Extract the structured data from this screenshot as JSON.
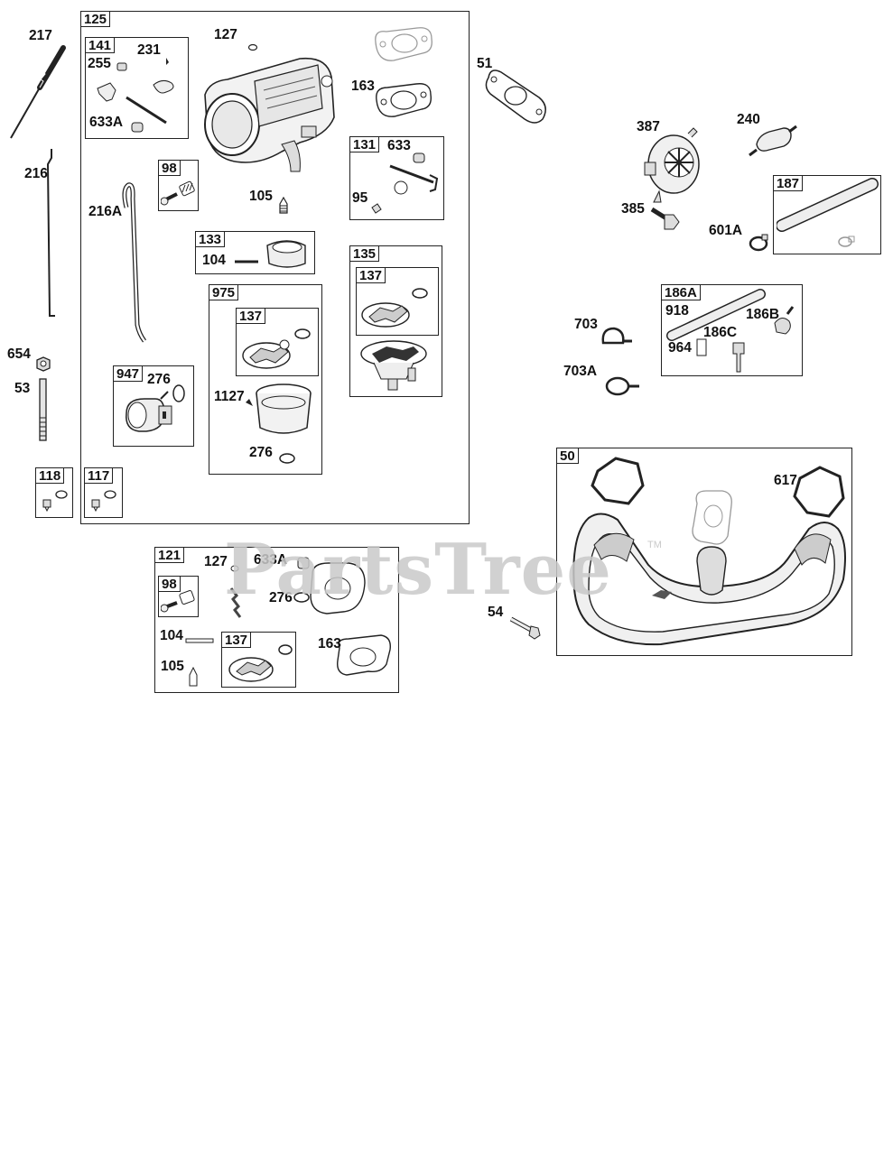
{
  "watermark": {
    "text": "PartsTree",
    "tm": "TM"
  },
  "groups": {
    "g125": "125",
    "g141": "141",
    "g98a": "98",
    "g133": "133",
    "g131": "131",
    "g135": "135",
    "g137a": "137",
    "g975": "975",
    "g137b": "137",
    "g947": "947",
    "g118": "118",
    "g117": "117",
    "g121": "121",
    "g98b": "98",
    "g137c": "137",
    "g187": "187",
    "g186a": "186A",
    "g50": "50"
  },
  "labels": {
    "l217": "217",
    "l216": "216",
    "l654": "654",
    "l53": "53",
    "l216a": "216A",
    "l255": "255",
    "l231": "231",
    "l633a_1": "633A",
    "l127_1": "127",
    "l105_1": "105",
    "l104_1": "104",
    "l276_1": "276",
    "l1127": "1127",
    "l276_2": "276",
    "l163_1": "163",
    "l633": "633",
    "l95": "95",
    "l51": "51",
    "l127_2": "127",
    "l633a_2": "633A",
    "l276_3": "276",
    "l104_2": "104",
    "l105_2": "105",
    "l163_2": "163",
    "l54": "54",
    "l387": "387",
    "l240": "240",
    "l385": "385",
    "l601a": "601A",
    "l703": "703",
    "l703a": "703A",
    "l918": "918",
    "l186b": "186B",
    "l186c": "186C",
    "l964": "964",
    "l617": "617"
  }
}
